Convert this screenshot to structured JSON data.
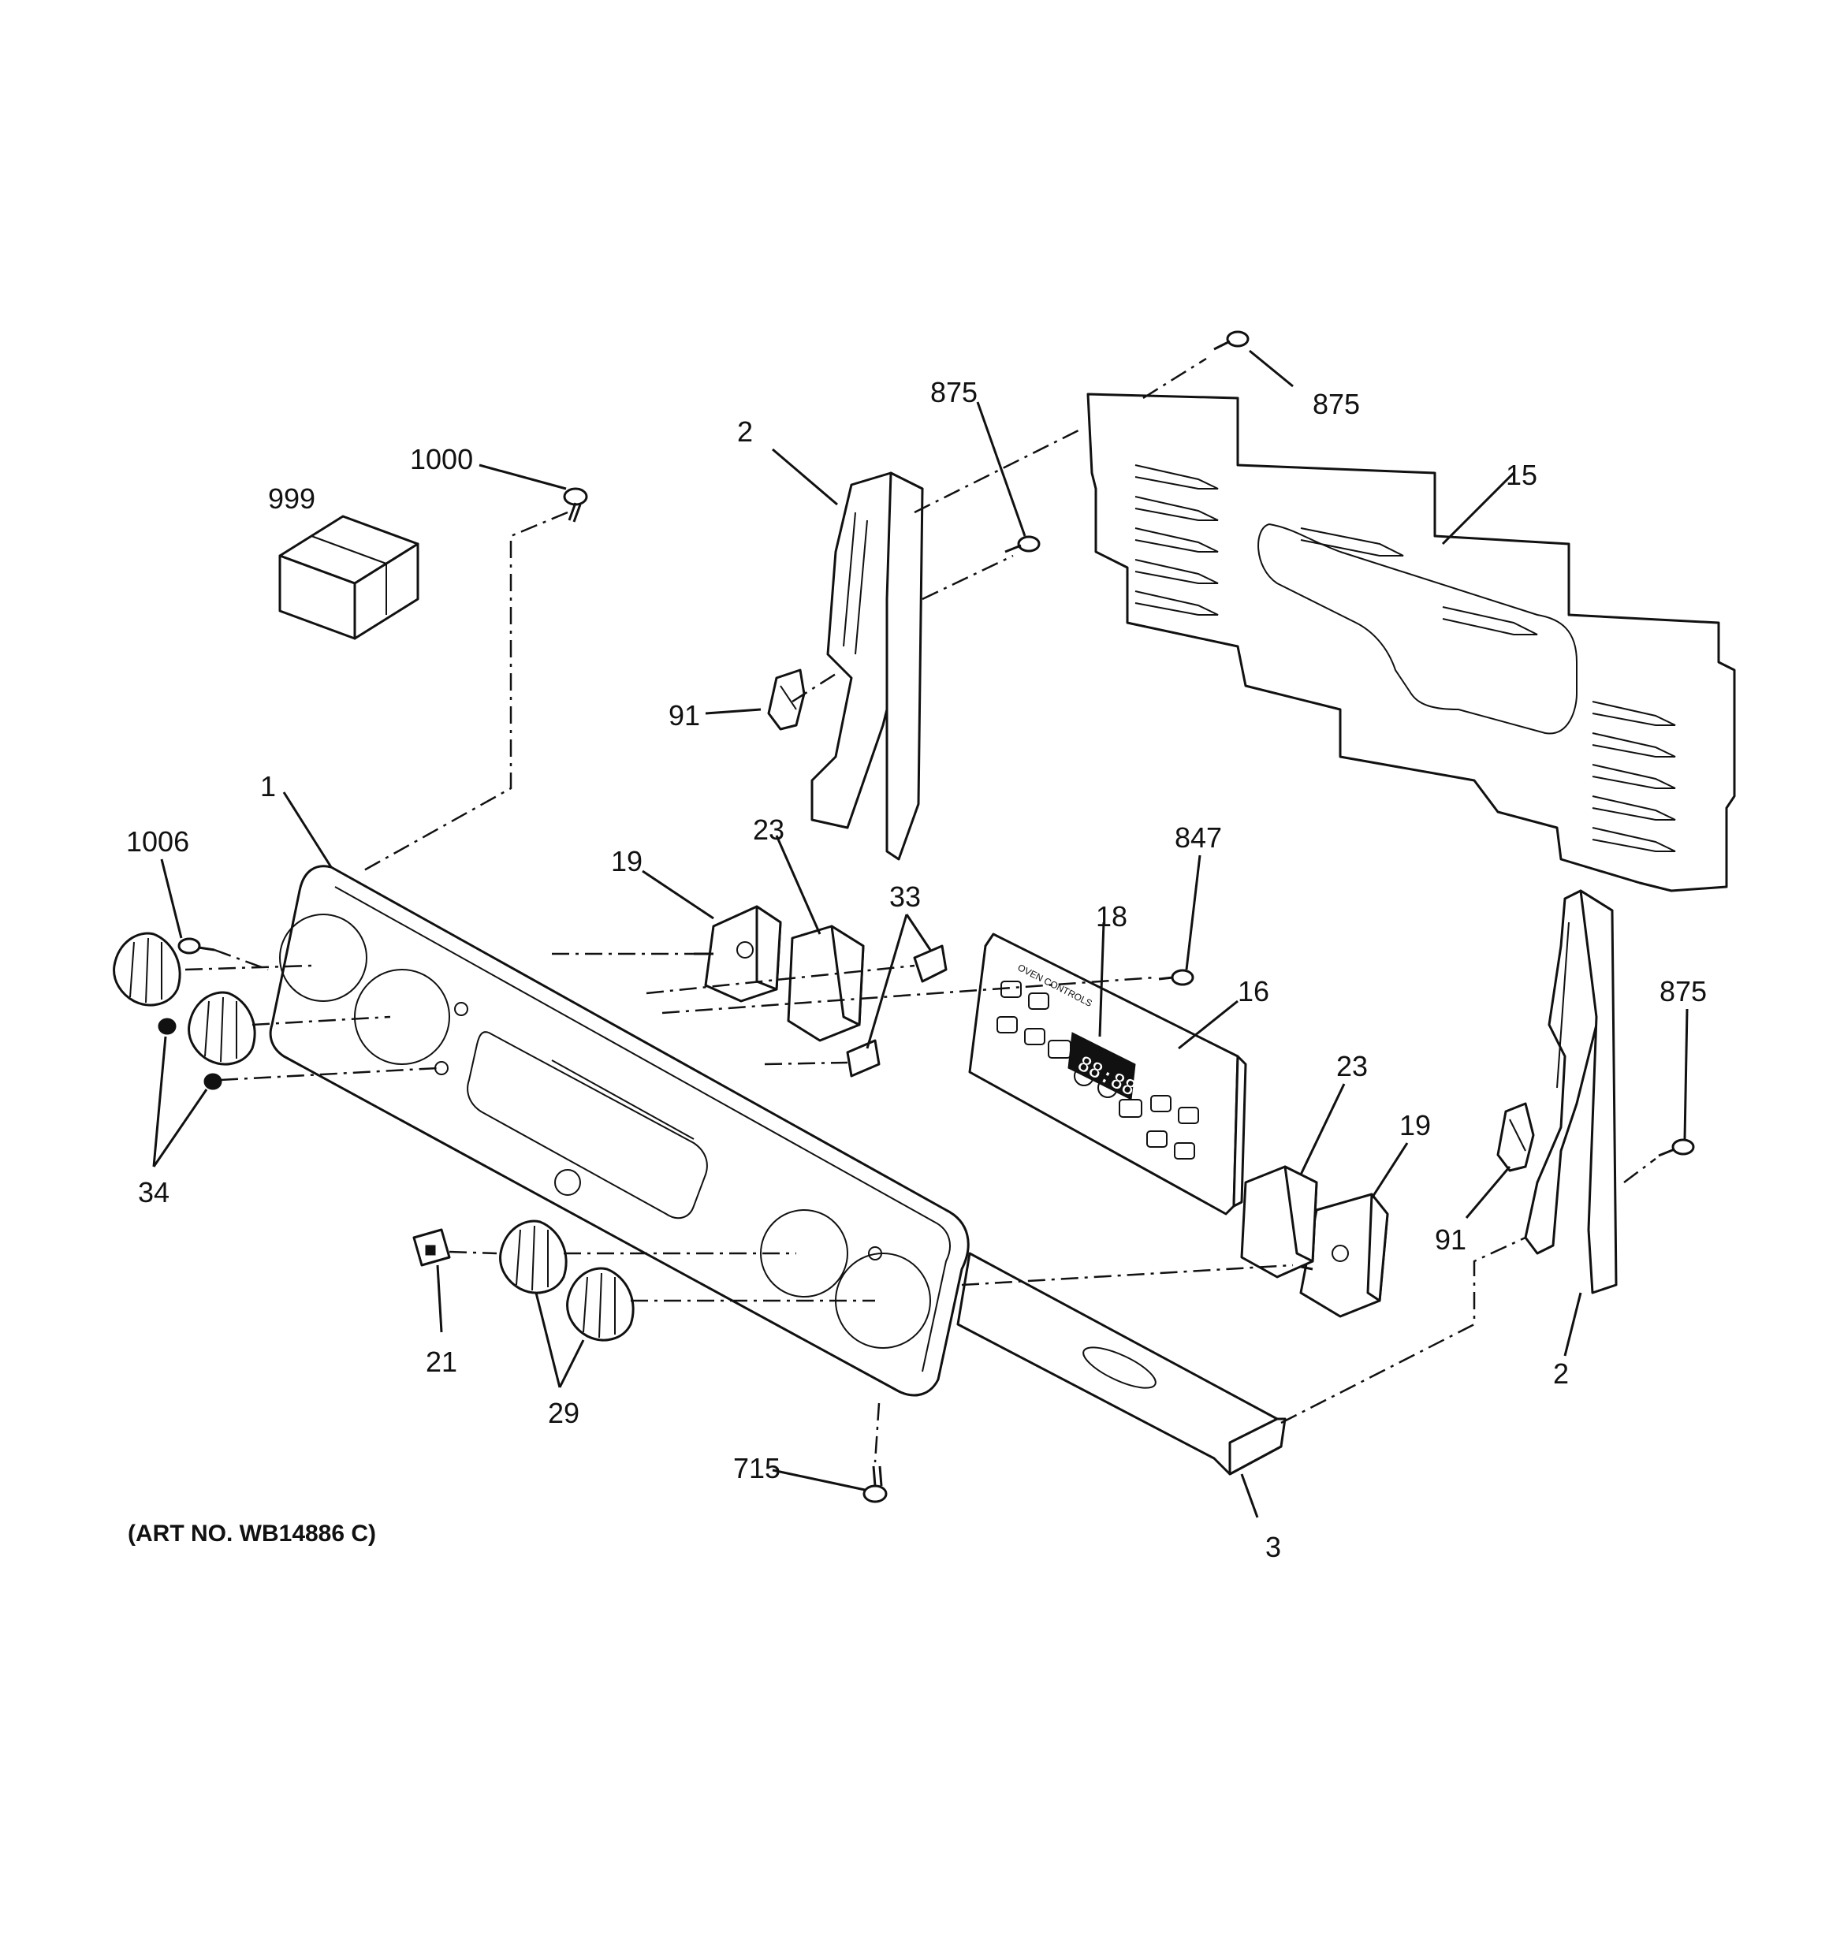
{
  "callouts": {
    "c1": "1",
    "c2a": "2",
    "c2b": "2",
    "c3": "3",
    "c15": "15",
    "c16": "16",
    "c18": "18",
    "c19a": "19",
    "c19b": "19",
    "c21": "21",
    "c23a": "23",
    "c23b": "23",
    "c29": "29",
    "c33": "33",
    "c34": "34",
    "c91a": "91",
    "c91b": "91",
    "c715": "715",
    "c847": "847",
    "c875a": "875",
    "c875b": "875",
    "c875c": "875",
    "c999": "999",
    "c1000": "1000",
    "c1006": "1006"
  },
  "art_number": "(ART NO. WB14886 C)",
  "display": {
    "clock": "88:88"
  }
}
